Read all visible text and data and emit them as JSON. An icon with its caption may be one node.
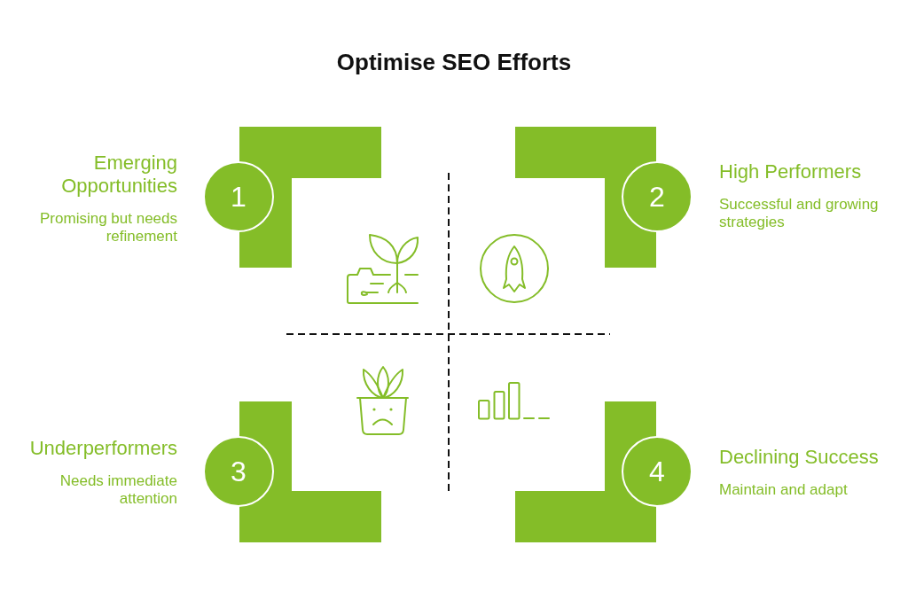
{
  "diagram": {
    "title": "Optimise SEO Efforts",
    "nodes": [
      {
        "text": [
          "1"
        ],
        "beside": [
          "Emerging Opportunities",
          "Promising but needs refinement"
        ]
      },
      {
        "text": [],
        "shape": "corner"
      },
      {
        "text": [
          "2"
        ],
        "beside": [
          "High Performers",
          "Successful and growing strategies"
        ]
      },
      {
        "text": [],
        "shape": "corner"
      },
      {
        "text": [
          "3"
        ],
        "beside": [
          "Underperformers",
          "Needs immediate attention"
        ]
      },
      {
        "text": [],
        "shape": "corner"
      },
      {
        "text": [
          "4"
        ],
        "beside": [
          "Declining Success",
          "Maintain and adapt"
        ]
      },
      {
        "text": [],
        "shape": "corner"
      }
    ],
    "edges": []
  }
}
